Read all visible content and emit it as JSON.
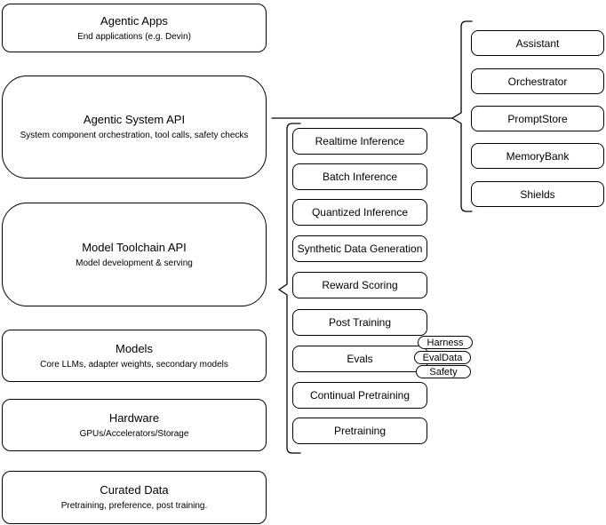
{
  "left_stack": [
    {
      "title": "Agentic Apps",
      "subtitle": "End applications (e.g. Devin)"
    },
    {
      "title": "Agentic System API",
      "subtitle": "System component orchestration, tool calls, safety checks"
    },
    {
      "title": "Model Toolchain API",
      "subtitle": "Model development & serving"
    },
    {
      "title": "Models",
      "subtitle": "Core LLMs, adapter weights, secondary models"
    },
    {
      "title": "Hardware",
      "subtitle": "GPUs/Accelerators/Storage"
    },
    {
      "title": "Curated Data",
      "subtitle": "Pretraining, preference, post training."
    }
  ],
  "toolchain_stack": [
    "Realtime Inference",
    "Batch Inference",
    "Quantized Inference",
    "Synthetic Data Generation",
    "Reward Scoring",
    "Post Training",
    "Evals",
    "Continual Pretraining",
    "Pretraining"
  ],
  "eval_pills": [
    "Harness",
    "EvalData",
    "Safety"
  ],
  "system_stack": [
    "Assistant",
    "Orchestrator",
    "PromptStore",
    "MemoryBank",
    "Shields"
  ],
  "colors": {
    "stroke": "#000000",
    "fill": "#ffffff",
    "text": "#000000"
  }
}
